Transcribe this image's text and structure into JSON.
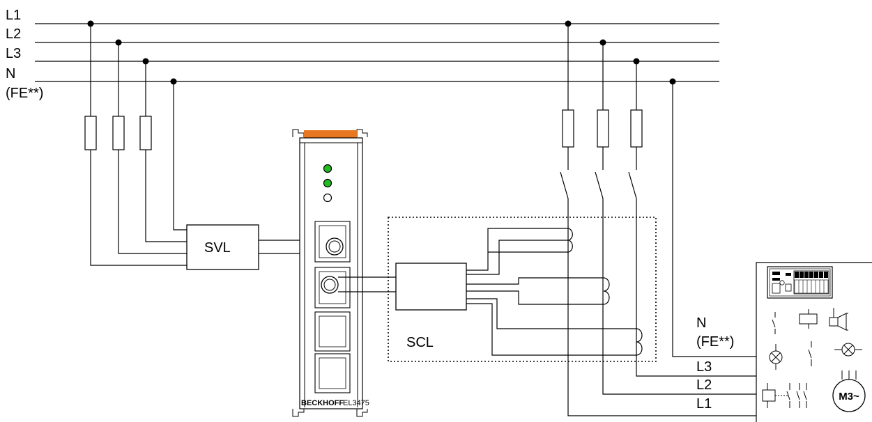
{
  "bus": {
    "l1": "L1",
    "l2": "L2",
    "l3": "L3",
    "n": "N",
    "fe": "(FE**)"
  },
  "modules": {
    "svl": "SVL",
    "scl": "SCL"
  },
  "terminal": {
    "brand": "BECKHOFF",
    "model": "EL3475",
    "led_colors": [
      "#22bb22",
      "#22bb22",
      "#ffffff"
    ],
    "accent": "#e87722"
  },
  "load": {
    "n": "N",
    "fe": "(FE**)",
    "l3": "L3",
    "l2": "L2",
    "l1": "L1",
    "motor": "M3~"
  }
}
